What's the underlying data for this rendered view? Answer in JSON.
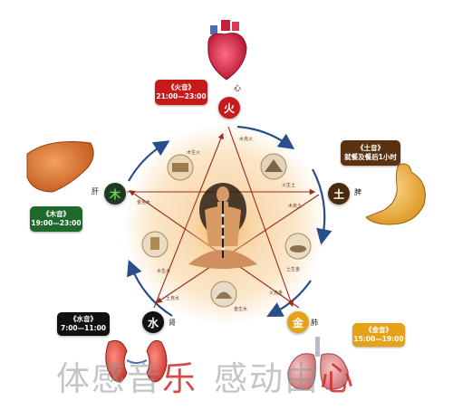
{
  "colors": {
    "fire": "#c71b1b",
    "wood": "#1f6a2b",
    "earth": "#5a3210",
    "metal": "#e5a216",
    "water": "#111111",
    "arrow_blue": "#2a4e8c"
  },
  "badges": {
    "fire": {
      "title": "《火音》",
      "time": "21:00—23:00"
    },
    "wood": {
      "title": "《木音》",
      "time": "19:00—23:00"
    },
    "earth": {
      "title": "《土音》",
      "time": "就餐及餐后1小时"
    },
    "water": {
      "title": "《水音》",
      "time": "7:00—11:00"
    },
    "metal": {
      "title": "《金音》",
      "time": "15:00—19:00"
    }
  },
  "elements": {
    "fire": "火",
    "wood": "木",
    "earth": "土",
    "water": "水",
    "metal": "金"
  },
  "organs": {
    "heart": "心",
    "liver": "肝",
    "spleen": "脾",
    "kidney": "肾",
    "lung": "肺"
  },
  "cycle_labels": {
    "wood_fire": "木生火",
    "fire_earth": "火生土",
    "earth_metal": "土生金",
    "metal_water": "金生水",
    "water_wood": "水生木",
    "water_fire": "水克火",
    "wood_earth": "木克土",
    "fire_metal": "火克金",
    "earth_water": "土克水",
    "metal_wood": "金克木"
  },
  "footer": {
    "text_gray_1": "体",
    "text_gray_2": "感",
    "text_gray_3": "音",
    "text_red_1": "乐",
    "text_gray_4": "感",
    "text_gray_5": "动",
    "text_gray_6": "由",
    "text_red_2": "心"
  }
}
